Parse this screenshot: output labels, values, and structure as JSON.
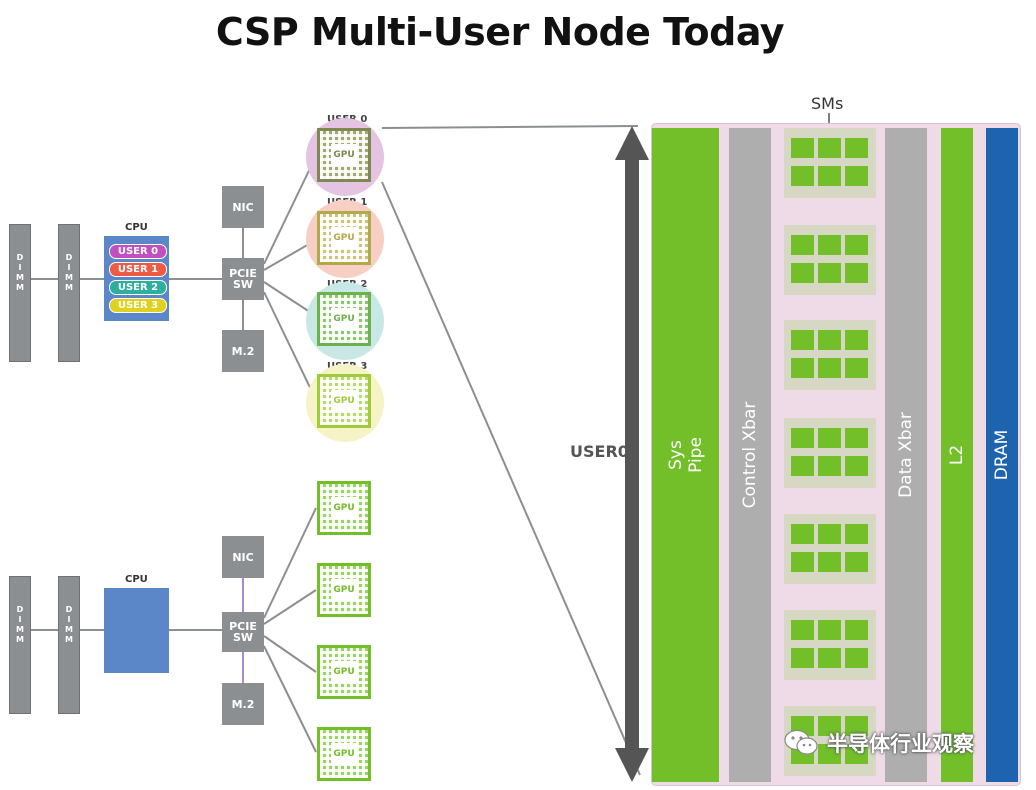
{
  "title": "CSP Multi-User Node Today",
  "node_top": {
    "dimm_label": "DIMM",
    "cpu_label": "CPU",
    "cpu_users": [
      {
        "label": "USER 0",
        "color": "#c04fbf"
      },
      {
        "label": "USER 1",
        "color": "#ef5a45"
      },
      {
        "label": "USER 2",
        "color": "#2fae9e"
      },
      {
        "label": "USER 3",
        "color": "#dfd11e"
      }
    ],
    "nic_label": "NIC",
    "pcie_label_1": "PCIE",
    "pcie_label_2": "SW",
    "m2_label": "M.2",
    "gpus": [
      {
        "user_label": "USER 0",
        "gpu_label": "GPU",
        "halo": "#e5c3e3",
        "frame": "#7f8752"
      },
      {
        "user_label": "USER 1",
        "gpu_label": "GPU",
        "halo": "#f7cfc4",
        "frame": "#b2a94c"
      },
      {
        "user_label": "USER 2",
        "gpu_label": "GPU",
        "halo": "#c8e8e6",
        "frame": "#6db04c"
      },
      {
        "user_label": "USER 3",
        "gpu_label": "GPU",
        "halo": "#f6f3c6",
        "frame": "#9fcb3a"
      }
    ]
  },
  "node_bottom": {
    "dimm_label": "DIMM",
    "cpu_label": "CPU",
    "nic_label": "NIC",
    "pcie_label_1": "PCIE",
    "pcie_label_2": "SW",
    "m2_label": "M.2",
    "gpu_label": "GPU"
  },
  "gpu_detail": {
    "range_label": "USER0",
    "sms_label": "SMs",
    "sys_pipe_1": "Sys",
    "sys_pipe_2": "Pipe",
    "control_xbar": "Control Xbar",
    "data_xbar": "Data Xbar",
    "l2": "L2",
    "dram": "DRAM"
  },
  "watermark": {
    "text": "半导体行业观察",
    "icon": "wechat-icon"
  },
  "colors": {
    "green": "#72bf2a",
    "gray": "#aeaeae",
    "dram_blue": "#1d63ad",
    "detail_bg": "#efdbe7",
    "cpu_blue": "#5b87c9",
    "arrow_gray": "#555555"
  }
}
